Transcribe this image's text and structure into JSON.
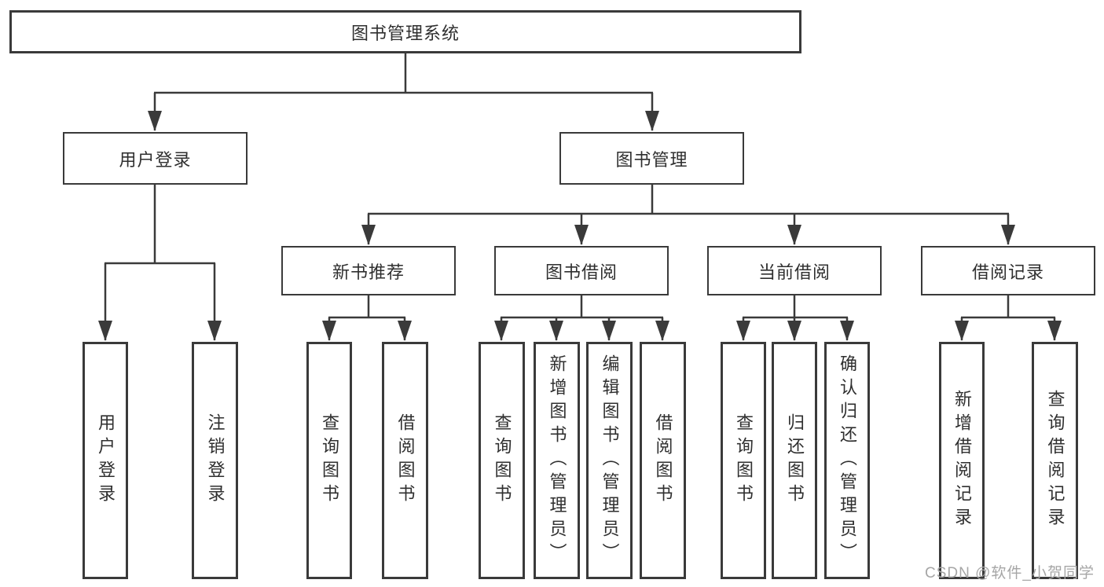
{
  "tree": {
    "label": "图书管理系统",
    "children": [
      {
        "label": "用户登录",
        "children": [
          {
            "label": "用户登录"
          },
          {
            "label": "注销登录"
          }
        ]
      },
      {
        "label": "图书管理",
        "children": [
          {
            "label": "新书推荐",
            "children": [
              {
                "label": "查询图书"
              },
              {
                "label": "借阅图书"
              }
            ]
          },
          {
            "label": "图书借阅",
            "children": [
              {
                "label": "查询图书"
              },
              {
                "label": "新增图书（管理员）"
              },
              {
                "label": "编辑图书（管理员）"
              },
              {
                "label": "借阅图书"
              }
            ]
          },
          {
            "label": "当前借阅",
            "children": [
              {
                "label": "查询图书"
              },
              {
                "label": "归还图书"
              },
              {
                "label": "确认归还（管理员）"
              }
            ]
          },
          {
            "label": "借阅记录",
            "children": [
              {
                "label": "新增借阅记录"
              },
              {
                "label": "查询借阅记录"
              }
            ]
          }
        ]
      }
    ]
  },
  "watermark": {
    "text": "CSDN @软件_小贺同学"
  },
  "colors": {
    "line": "#3a3a3a",
    "text": "#2f2f2f",
    "watermark": "#a6a6a6",
    "background": "#ffffff"
  }
}
